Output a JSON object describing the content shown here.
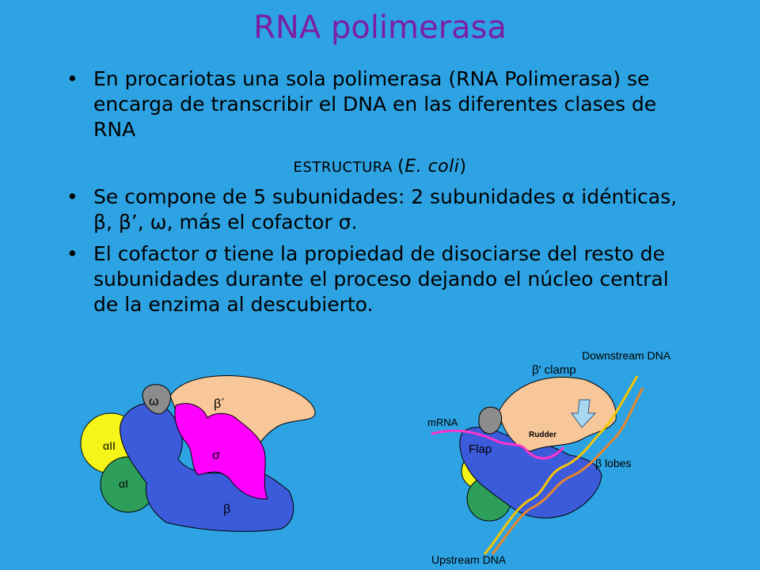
{
  "slide": {
    "title": "RNA polimerasa",
    "bullet_symbol": "•",
    "bullets": [
      "En procariotas una sola polimerasa (RNA Polimerasa) se encarga de transcribir el  DNA en las diferentes clases de RNA",
      "Se compone de 5 subunidades: 2 subunidades α idénticas, β, β’, ω, más el cofactor σ.",
      "El cofactor σ tiene la propiedad de disociarse del resto de subunidades durante el proceso dejando el núcleo central de la enzima al descubierto."
    ],
    "subheading": {
      "word": "ESTRUCTURA",
      "open": "(",
      "organism": "E. coli",
      "close": ")"
    }
  },
  "left_diagram": {
    "labels": {
      "omega": "ω",
      "beta_prime": "β´",
      "alpha_ii": "αII",
      "sigma": "σ",
      "alpha_i": "αI",
      "beta": "β"
    },
    "colors": {
      "beta": "#3b5bdb",
      "beta_prime": "#f7c79a",
      "sigma": "#ff00ff",
      "alpha_ii": "#f5f51a",
      "alpha_i": "#2e9e5b",
      "omega": "#8c8c8c"
    }
  },
  "right_diagram": {
    "labels": {
      "downstream": "Downstream DNA",
      "clamp": "β′ clamp",
      "mrna": "mRNA",
      "rudder": "Rudder",
      "flap": "Flap",
      "lobes": "β lobes",
      "upstream": "Upstream DNA"
    },
    "colors": {
      "dna_strand_1": "#f5c400",
      "dna_strand_2": "#e8862a",
      "mrna": "#ff33cc",
      "arrow": "#a8d8f0"
    }
  }
}
